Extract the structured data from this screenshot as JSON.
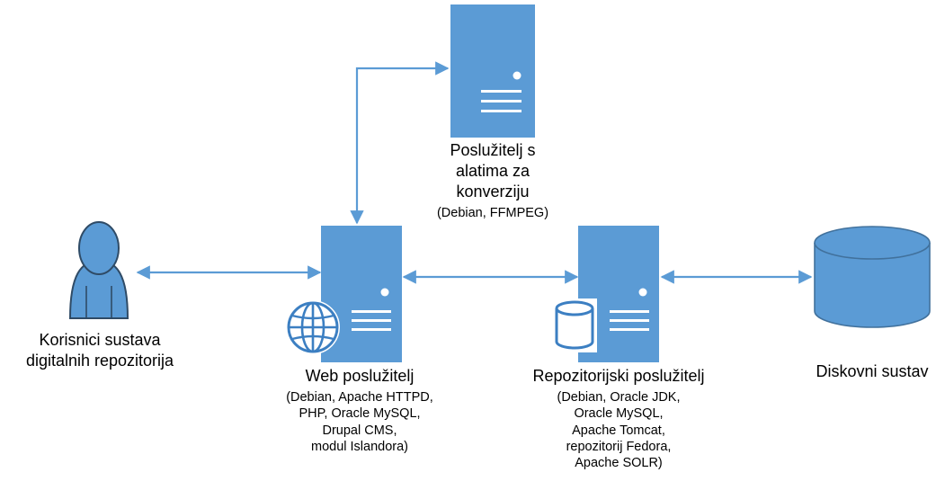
{
  "nodes": {
    "users": {
      "label_lines": [
        "Korisnici sustava",
        "digitalnih repozitorija"
      ],
      "icon": "user-icon"
    },
    "conversion_server": {
      "label_lines": [
        "Poslužitelj s",
        "alatima za",
        "konverziju"
      ],
      "detail_lines": [
        "(Debian, FFMPEG)"
      ],
      "icon": "server-icon"
    },
    "web_server": {
      "label_lines": [
        "Web poslužitelj"
      ],
      "detail_lines": [
        "(Debian, Apache HTTPD,",
        "PHP, Oracle MySQL,",
        "Drupal CMS,",
        "modul Islandora)"
      ],
      "icon": "server-icon",
      "badge_icon": "globe-icon"
    },
    "repository_server": {
      "label_lines": [
        "Repozitorijski poslužitelj"
      ],
      "detail_lines": [
        "(Debian, Oracle JDK,",
        "Oracle MySQL,",
        "Apache Tomcat,",
        "repozitorij Fedora,",
        "Apache SOLR)"
      ],
      "icon": "server-icon",
      "badge_icon": "database-icon"
    },
    "disk_system": {
      "label_lines": [
        "Diskovni sustav"
      ],
      "icon": "cylinder-icon"
    }
  },
  "connections": [
    {
      "from": "users",
      "to": "web_server",
      "style": "bidirectional"
    },
    {
      "from": "web_server",
      "to": "repository_server",
      "style": "bidirectional"
    },
    {
      "from": "repository_server",
      "to": "disk_system",
      "style": "bidirectional"
    },
    {
      "from": "web_server",
      "to": "conversion_server",
      "style": "bidirectional"
    }
  ],
  "colors": {
    "fill": "#5b9bd5",
    "stroke": "#41719c",
    "arrow": "#5b9bd5",
    "text": "#000000"
  }
}
